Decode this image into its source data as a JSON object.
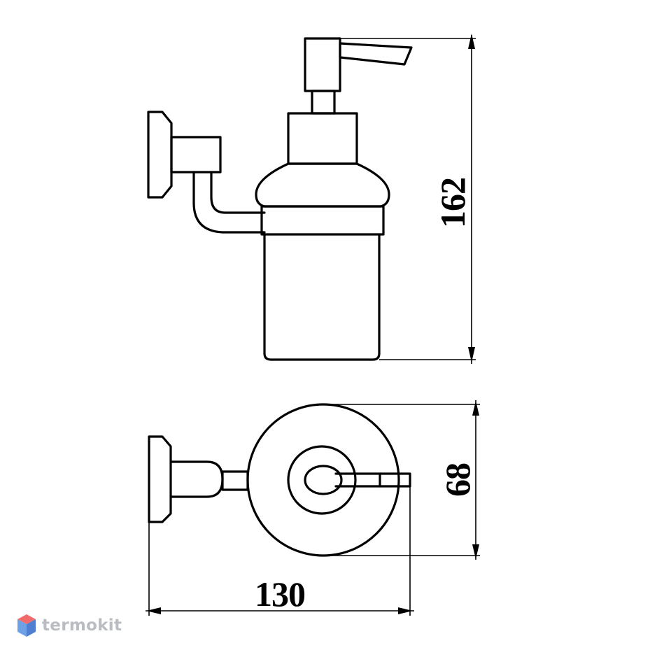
{
  "dimensions": {
    "height": "162",
    "depth": "68",
    "width": "130"
  },
  "watermark": {
    "text": "termokit",
    "icon": "cube-logo-icon",
    "colors": {
      "top": "#f26b6b",
      "left": "#6ea0e6",
      "right": "#4f7fd0"
    }
  },
  "colors": {
    "line": "#000000",
    "background": "#ffffff"
  }
}
